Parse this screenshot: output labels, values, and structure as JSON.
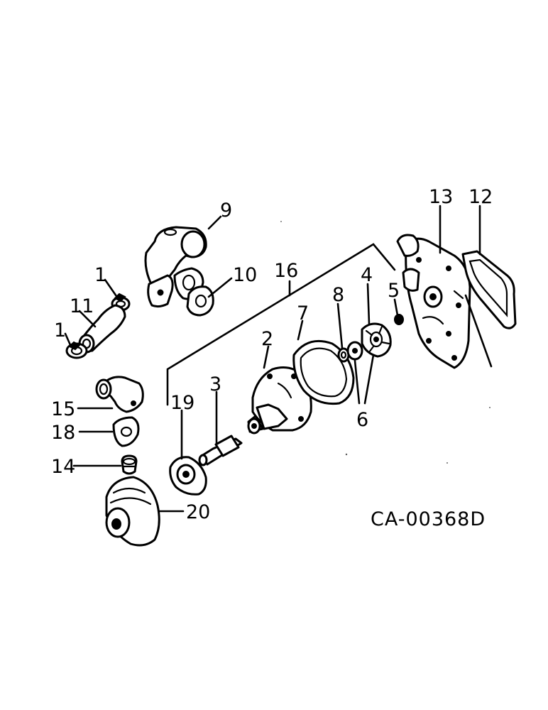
{
  "callouts": {
    "c1a": "1",
    "c1b": "1",
    "c2": "2",
    "c3": "3",
    "c4": "4",
    "c5": "5",
    "c6": "6",
    "c7": "7",
    "c8": "8",
    "c9": "9",
    "c10": "10",
    "c11": "11",
    "c12": "12",
    "c13": "13",
    "c14": "14",
    "c15": "15",
    "c16": "16",
    "c18": "18",
    "c19": "19",
    "c20": "20"
  },
  "drawing_code": "CA-00368D"
}
